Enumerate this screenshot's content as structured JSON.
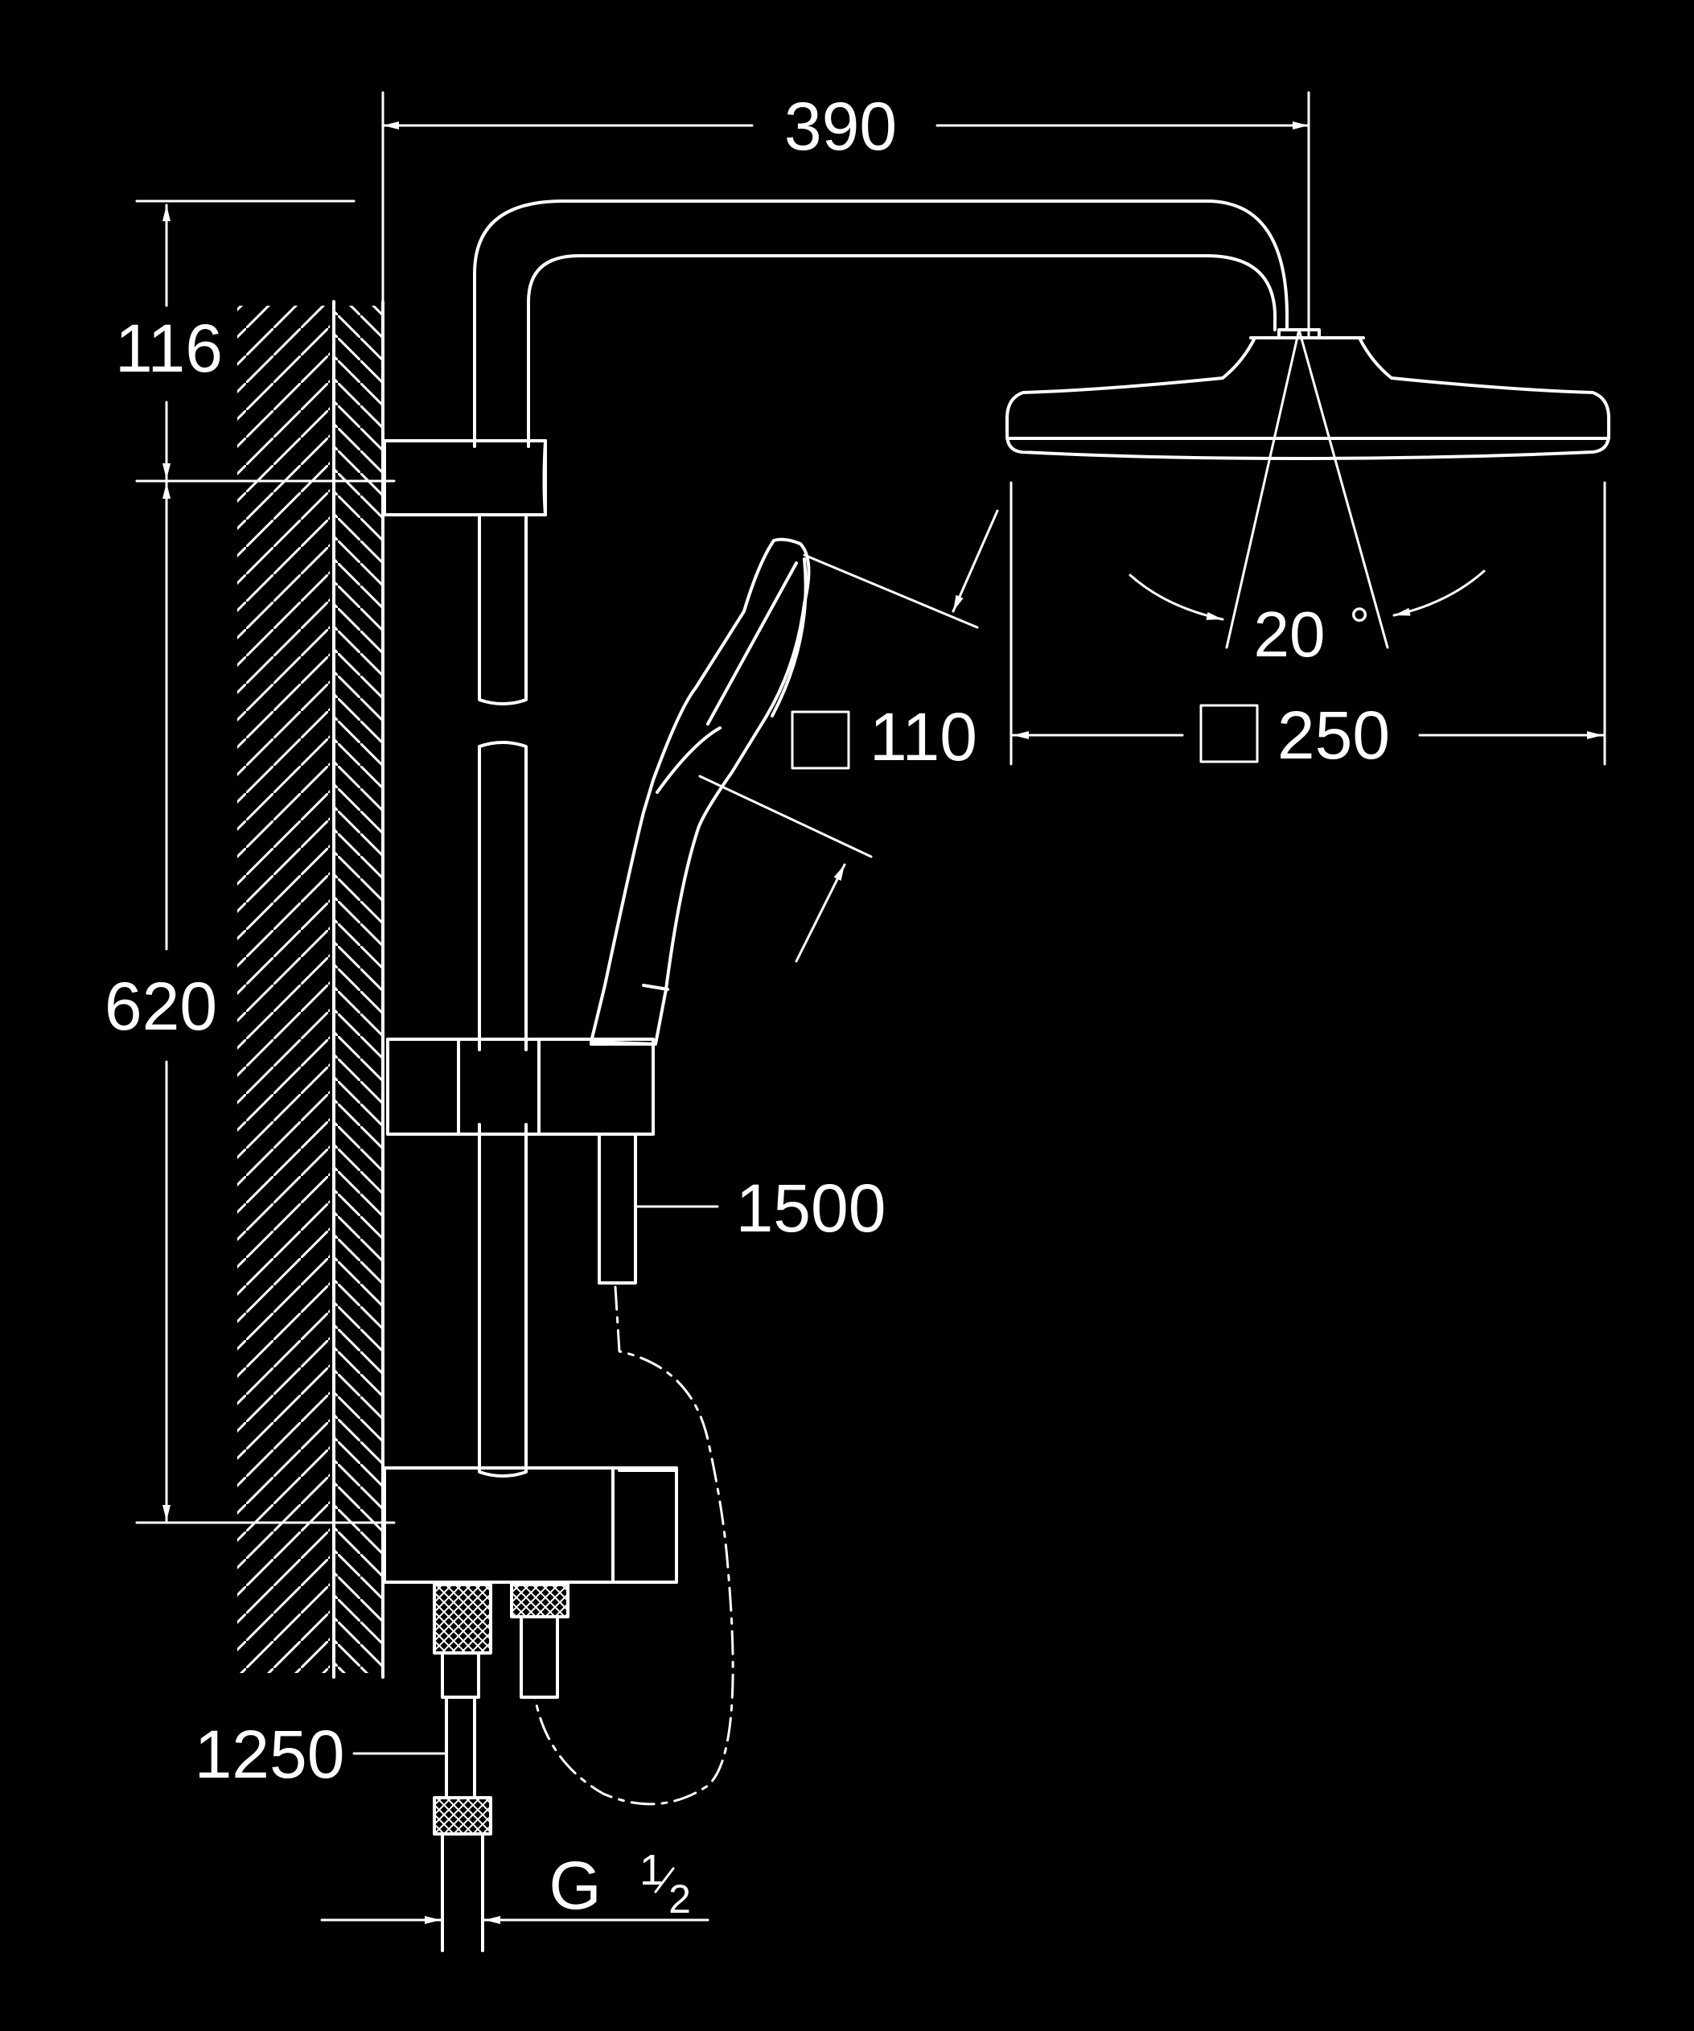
{
  "colors": {
    "background": "#000000",
    "line": "#ffffff"
  },
  "dimensions": {
    "width": "390",
    "top_offset": "116",
    "rail_length": "620",
    "hose_length": "1500",
    "supply_hose_length": "1250",
    "spray_angle": "20",
    "spray_angle_unit": "°",
    "hand_shower_size": "110",
    "head_shower_size": "250",
    "thread_label": "G",
    "thread_num": "1",
    "thread_den": "2"
  }
}
